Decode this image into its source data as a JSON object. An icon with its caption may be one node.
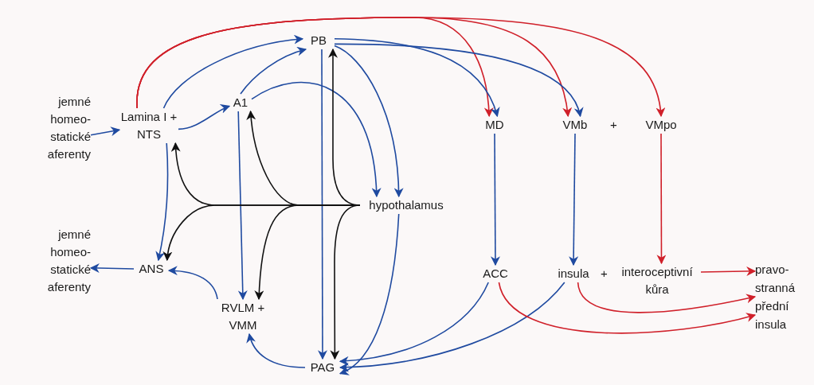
{
  "diagram": {
    "nodes": [
      {
        "text": [
          "jemné homeo- statické aferenty"
        ]
      },
      {
        "text": [
          "Lamina I + NTS"
        ]
      },
      {
        "text": [
          "A1"
        ]
      },
      {
        "text": [
          "PB"
        ]
      },
      {
        "text": [
          "MD"
        ]
      },
      {
        "text": [
          "VMb"
        ]
      },
      {
        "text": [
          "VMpo"
        ]
      },
      {
        "text": [
          "hypothalamus"
        ]
      },
      {
        "text": [
          "jemné homeo- statické aferenty"
        ]
      },
      {
        "text": [
          "ANS"
        ]
      },
      {
        "text": [
          "RVLM + VMM"
        ]
      },
      {
        "text": [
          "PAG"
        ]
      },
      {
        "text": [
          "ACC"
        ]
      },
      {
        "text": [
          "insula"
        ]
      },
      {
        "text": [
          "interoceptivní kůra"
        ]
      },
      {
        "text": [
          "pravo- stranná přední insula"
        ]
      }
    ],
    "edges": [
      {
        "from": 0,
        "to": 1,
        "arrow": "to"
      },
      {
        "from": 1,
        "to": 2,
        "arrow": "to"
      },
      {
        "from": 1,
        "to": 3,
        "arrow": "to"
      },
      {
        "from": 2,
        "to": 3,
        "arrow": "to"
      },
      {
        "from": 1,
        "to": 4,
        "arrow": "to",
        "color": "#d0202a"
      },
      {
        "from": 1,
        "to": 5,
        "arrow": "to",
        "color": "#d0202a"
      },
      {
        "from": 1,
        "to": 6,
        "arrow": "to",
        "color": "#d0202a"
      },
      {
        "from": 3,
        "to": 4,
        "arrow": "to"
      },
      {
        "from": 3,
        "to": 5,
        "arrow": "to"
      },
      {
        "from": 2,
        "to": 7,
        "arrow": "to"
      },
      {
        "from": 3,
        "to": 7,
        "arrow": "to"
      },
      {
        "from": 3,
        "to": 11,
        "arrow": "to"
      },
      {
        "from": 2,
        "to": 10,
        "arrow": "to"
      },
      {
        "from": 1,
        "to": 9,
        "arrow": "to"
      },
      {
        "from": 7,
        "to": 1,
        "arrow": "to",
        "color": "#111111"
      },
      {
        "from": 7,
        "to": 2,
        "arrow": "to",
        "color": "#111111"
      },
      {
        "from": 7,
        "to": 3,
        "arrow": "to",
        "color": "#111111"
      },
      {
        "from": 7,
        "to": 9,
        "arrow": "to",
        "color": "#111111"
      },
      {
        "from": 7,
        "to": 10,
        "arrow": "to",
        "color": "#111111"
      },
      {
        "from": 7,
        "to": 11,
        "arrow": "to",
        "color": "#111111"
      },
      {
        "from": 7,
        "to": 11,
        "arrow": "to"
      },
      {
        "from": 9,
        "to": 8,
        "arrow": "to"
      },
      {
        "from": 10,
        "to": 9,
        "arrow": "to"
      },
      {
        "from": 11,
        "to": 10,
        "arrow": "to"
      },
      {
        "from": 12,
        "to": 11,
        "arrow": "to"
      },
      {
        "from": 13,
        "to": 11,
        "arrow": "to"
      },
      {
        "from": 4,
        "to": 12,
        "arrow": "to"
      },
      {
        "from": 5,
        "to": 13,
        "arrow": "to"
      },
      {
        "from": 6,
        "to": 14,
        "arrow": "to",
        "color": "#d0202a"
      },
      {
        "from": 14,
        "to": 15,
        "arrow": "to",
        "color": "#d0202a"
      },
      {
        "from": 13,
        "to": 15,
        "arrow": "to",
        "color": "#d0202a"
      },
      {
        "from": 12,
        "to": 15,
        "arrow": "to",
        "color": "#d0202a"
      }
    ],
    "labels": [
      "+",
      "+"
    ]
  }
}
